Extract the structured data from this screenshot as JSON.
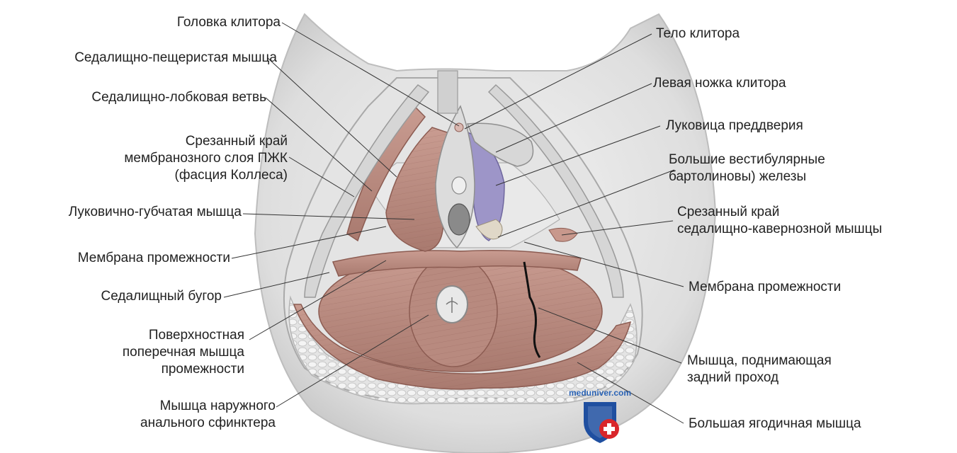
{
  "labels_left": [
    {
      "lines": [
        "Головка клитора"
      ]
    },
    {
      "lines": [
        "Седалищно-пещеристая мышца"
      ]
    },
    {
      "lines": [
        "Седалищно-лобковая ветвь"
      ]
    },
    {
      "lines": [
        "Срезанный край",
        "мембранозного слоя ПЖК",
        "(фасция Коллеса)"
      ]
    },
    {
      "lines": [
        "Луковично-губчатая мышца"
      ]
    },
    {
      "lines": [
        "Мембрана промежности"
      ]
    },
    {
      "lines": [
        "Седалищный бугор"
      ]
    },
    {
      "lines": [
        "Поверхностная",
        "поперечная мышца",
        "промежности"
      ]
    },
    {
      "lines": [
        "Мышца наружного",
        "анального сфинктера"
      ]
    }
  ],
  "labels_right": [
    {
      "lines": [
        "Тело клитора"
      ]
    },
    {
      "lines": [
        "Левая ножка клитора"
      ]
    },
    {
      "lines": [
        "Луковица преддверия"
      ]
    },
    {
      "lines": [
        "Большие вестибулярные",
        "бартолиновы) железы"
      ]
    },
    {
      "lines": [
        "Срезанный край",
        "седалищно-кавернозной мышцы"
      ]
    },
    {
      "lines": [
        "Мембрана промежности"
      ]
    },
    {
      "lines": [
        "Мышца, поднимающая",
        "задний проход"
      ]
    },
    {
      "lines": [
        "Большая ягодичная мышца"
      ]
    }
  ],
  "watermark": {
    "text": "meduniver.com",
    "shield_color": "#1f4fa0",
    "cross_color": "#d9262b"
  },
  "colors": {
    "muscle": "#c8988c",
    "muscle_dark": "#a87468",
    "fascia": "#dcdcdc",
    "skin": "#ececec",
    "bulb": "#9d95c8",
    "leader": "#333333"
  }
}
